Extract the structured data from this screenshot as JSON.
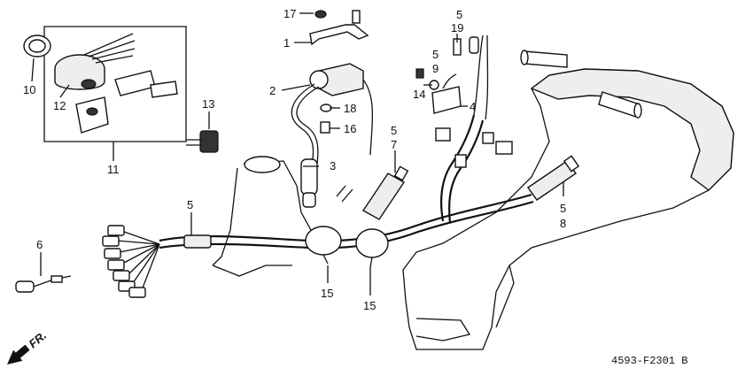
{
  "callouts": {
    "c1": "1",
    "c2": "2",
    "c3": "3",
    "c4": "4",
    "c5a": "5",
    "c5b": "5",
    "c5c": "5",
    "c5d": "5",
    "c5e": "5",
    "c6": "6",
    "c7": "7",
    "c8": "8",
    "c9": "9",
    "c10": "10",
    "c11": "11",
    "c12": "12",
    "c13": "13",
    "c14": "14",
    "c15a": "15",
    "c15b": "15",
    "c16": "16",
    "c17": "17",
    "c18": "18",
    "c19": "19"
  },
  "direction_label": "FR.",
  "diagram_code": "4593-F2301 B"
}
